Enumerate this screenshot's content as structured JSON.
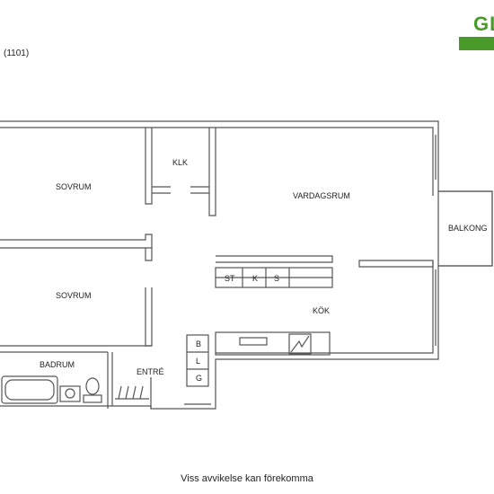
{
  "header": {
    "logo_text": "GL",
    "brand_color": "#4a9a2a",
    "apartment_code": "(1101)"
  },
  "rooms": {
    "sovrum_1": "SOVRUM",
    "sovrum_2": "SOVRUM",
    "klk": "KLK",
    "vardagsrum": "VARDAGSRUM",
    "balkong": "BALKONG",
    "kok": "KÖK",
    "badrum": "BADRUM",
    "entre": "ENTRÉ"
  },
  "appliances": {
    "st": "ST",
    "k": "K",
    "s": "S",
    "b": "B",
    "l": "L",
    "g": "G"
  },
  "footer": {
    "disclaimer": "Viss avvikelse kan förekomma"
  }
}
